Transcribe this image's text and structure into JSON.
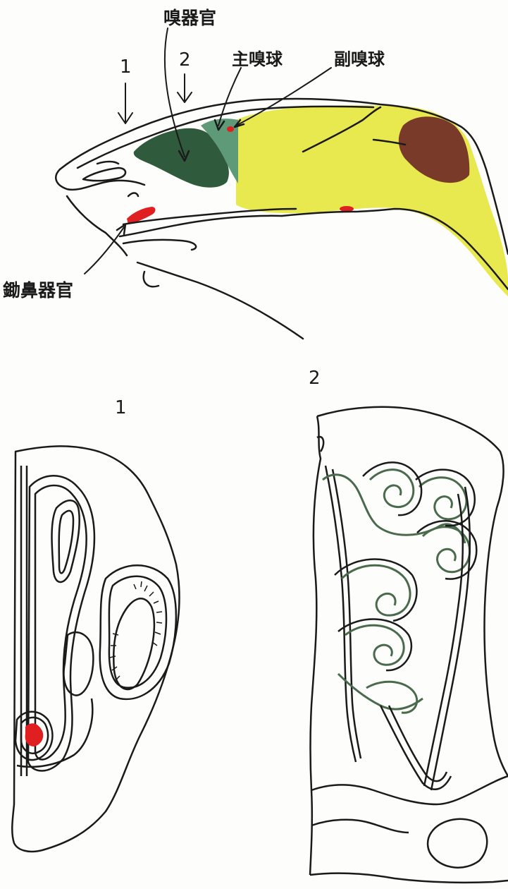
{
  "labels": {
    "olfactory_organ": "嗅器官",
    "main_olfactory_bulb": "主嗅球",
    "accessory_olfactory_bulb": "副嗅球",
    "vomeronasal_organ": "鋤鼻器官"
  },
  "section_markers": {
    "arrow_1": "1",
    "arrow_2": "2",
    "section_1_title": "1",
    "section_2_title": "2"
  },
  "colors": {
    "olfactory_organ": "#2f5a3c",
    "main_olfactory_bulb": "#5f9a78",
    "brain": "#e8e84f",
    "cerebellum": "#7a3a2a",
    "vomeronasal_organ": "#e02020",
    "turbinate_lining": "#4a6a4c",
    "outline": "#1a1a1a"
  }
}
